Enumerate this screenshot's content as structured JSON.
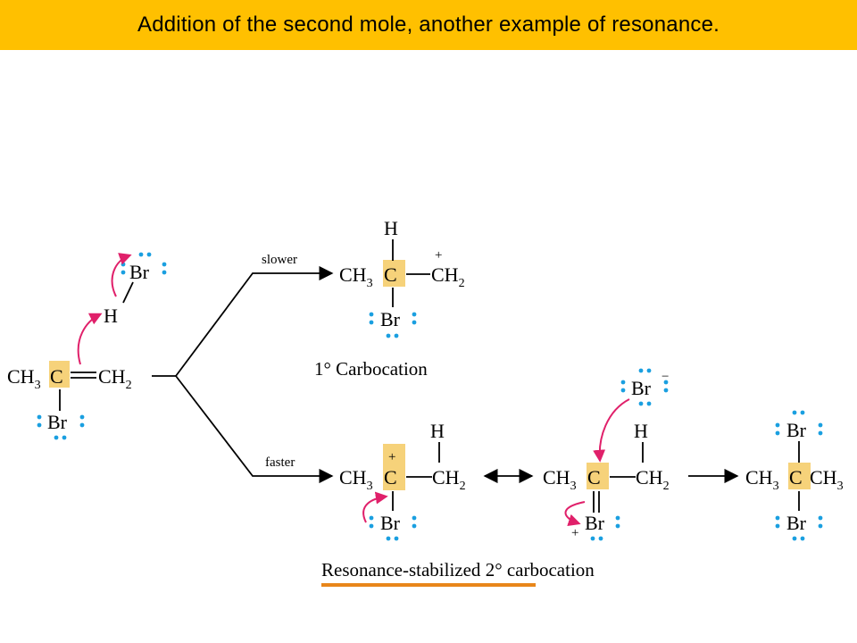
{
  "slide": {
    "title": "Addition of the second mole, another example of resonance."
  },
  "colors": {
    "title_bar": "#ffc000",
    "highlight": "#f6d27a",
    "lone_pair": "#1a9fe0",
    "curved_arrow": "#e0206a",
    "underline": "#e8861a"
  },
  "reactant": {
    "left": "CH",
    "left_sub": "3",
    "center": "C",
    "right": "CH",
    "right_sub": "2",
    "sub_atom": "Br",
    "hbr_h": "H",
    "hbr_br": "Br"
  },
  "paths": {
    "slower_label": "slower",
    "faster_label": "faster"
  },
  "primary": {
    "top_h": "H",
    "left": "CH",
    "left_sub": "3",
    "center": "C",
    "right": "CH",
    "right_sub": "2",
    "plus": "+",
    "bottom": "Br",
    "caption": "1° Carbocation"
  },
  "secondary_a": {
    "left": "CH",
    "left_sub": "3",
    "center": "C",
    "plus": "+",
    "top_h": "H",
    "right": "CH",
    "right_sub": "2",
    "bottom": "Br"
  },
  "secondary_b": {
    "left": "CH",
    "left_sub": "3",
    "center": "C",
    "top_h": "H",
    "right": "CH",
    "right_sub": "2",
    "bottom": "Br",
    "plus": "+",
    "bromide": "Br",
    "minus": "−"
  },
  "product": {
    "top": "Br",
    "left": "CH",
    "left_sub": "3",
    "center": "C",
    "right": "CH",
    "right_sub": "3",
    "bottom": "Br"
  },
  "caption": {
    "resonance": "Resonance-stabilized",
    "rest": " 2° carbocation"
  }
}
